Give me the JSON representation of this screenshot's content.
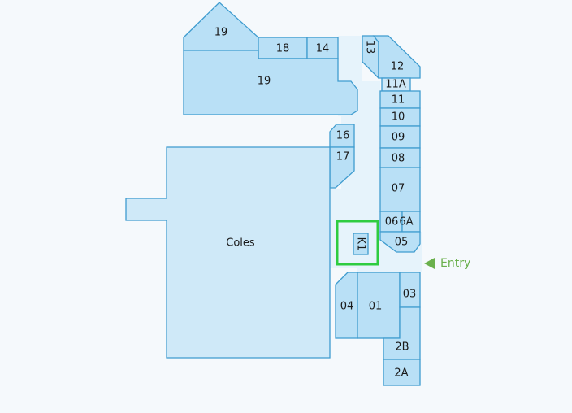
{
  "shops": {
    "s19_top": "19",
    "s18": "18",
    "s14": "14",
    "s19_main": "19",
    "s13": "13",
    "s12": "12",
    "s11a": "11A",
    "s11": "11",
    "s10": "10",
    "s09": "09",
    "s08": "08",
    "s07": "07",
    "s06": "06",
    "s6a": "6A",
    "s05": "05",
    "s16": "16",
    "s17": "17",
    "coles": "Coles",
    "k1": "K1",
    "s04": "04",
    "s01": "01",
    "s03": "03",
    "s2b": "2B",
    "s2a": "2A"
  },
  "entry": {
    "label": "Entry"
  },
  "colors": {
    "shop_fill": "#b9e0f6",
    "shop_stroke": "#3f9ccf",
    "highlight": "#2ecc40",
    "entry": "#6ab04c"
  }
}
